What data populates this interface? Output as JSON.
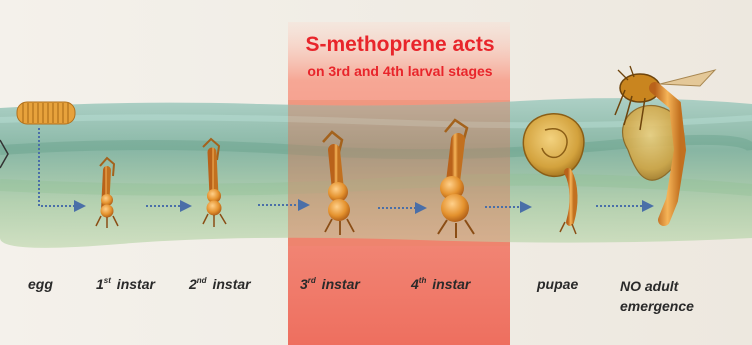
{
  "title": {
    "line1": "S-methoprene acts",
    "line2": "on 3rd and 4th larval stages"
  },
  "stages": [
    {
      "num": "",
      "sup": "",
      "text": "egg"
    },
    {
      "num": "1",
      "sup": "st",
      "text": " instar"
    },
    {
      "num": "2",
      "sup": "nd",
      "text": " instar"
    },
    {
      "num": "3",
      "sup": "rd",
      "text": " instar"
    },
    {
      "num": "4",
      "sup": "th",
      "text": " instar"
    },
    {
      "num": "",
      "sup": "",
      "text": "pupae"
    },
    {
      "num": "",
      "sup": "",
      "text": "NO adult"
    }
  ],
  "final_line2": "emergence",
  "highlight": {
    "from_stage": "3rd instar",
    "to_stage": "4th instar",
    "color": "#f07a6a"
  },
  "colors": {
    "title": "#e8252b",
    "water": "#7fb3a2",
    "larva": "#e4922e",
    "arrow": "#5a7fb5"
  }
}
